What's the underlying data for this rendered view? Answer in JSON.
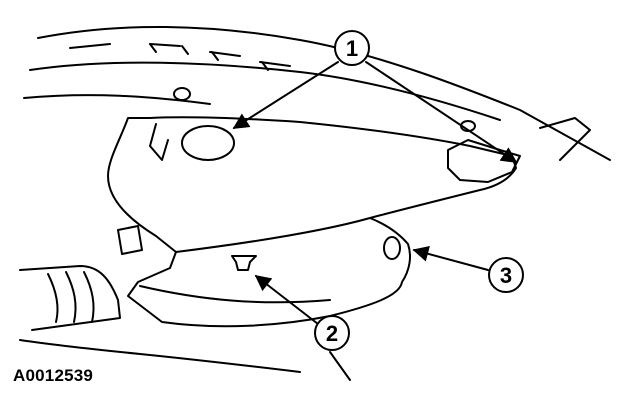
{
  "figure": {
    "id": "A0012539",
    "callouts": [
      {
        "number": "1"
      },
      {
        "number": "2"
      },
      {
        "number": "3"
      }
    ]
  }
}
